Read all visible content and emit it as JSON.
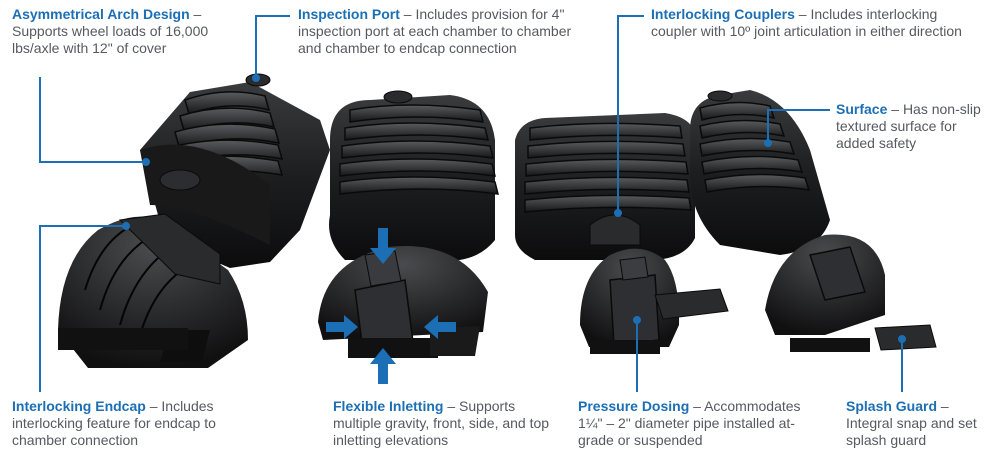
{
  "colors": {
    "accent": "#1c6fb5",
    "text": "#555a60",
    "product": "#1b1b1c"
  },
  "callouts": [
    {
      "id": "asymmetrical-arch",
      "title": "Asymmetrical Arch Design",
      "sep": " – ",
      "desc": "Supports wheel loads of 16,000 lbs/axle with 12\" of cover"
    },
    {
      "id": "inspection-port",
      "title": "Inspection Port",
      "sep": " – ",
      "desc": "Includes provision for 4\" inspection port at each chamber to chamber and chamber to endcap connection"
    },
    {
      "id": "interlocking-couplers",
      "title": "Interlocking Couplers",
      "sep": " – ",
      "desc": "Includes interlocking coupler with 10º joint articulation in either direction"
    },
    {
      "id": "surface",
      "title": "Surface",
      "sep": " – ",
      "desc": "Has non-slip textured surface for added safety"
    },
    {
      "id": "interlocking-endcap",
      "title": "Interlocking Endcap",
      "sep": " – ",
      "desc": "Includes interlocking feature for endcap to chamber connection"
    },
    {
      "id": "flexible-inletting",
      "title": "Flexible Inletting",
      "sep": " – ",
      "desc": "Supports multiple gravity, front, side, and top inletting elevations"
    },
    {
      "id": "pressure-dosing",
      "title": "Pressure Dosing",
      "sep": " – ",
      "desc": "Accommodates 1¼\" – 2\" diameter pipe installed at-grade or suspended"
    },
    {
      "id": "splash-guard",
      "title": "Splash Guard",
      "sep": " – ",
      "desc": "Integral snap and set splash guard"
    }
  ]
}
